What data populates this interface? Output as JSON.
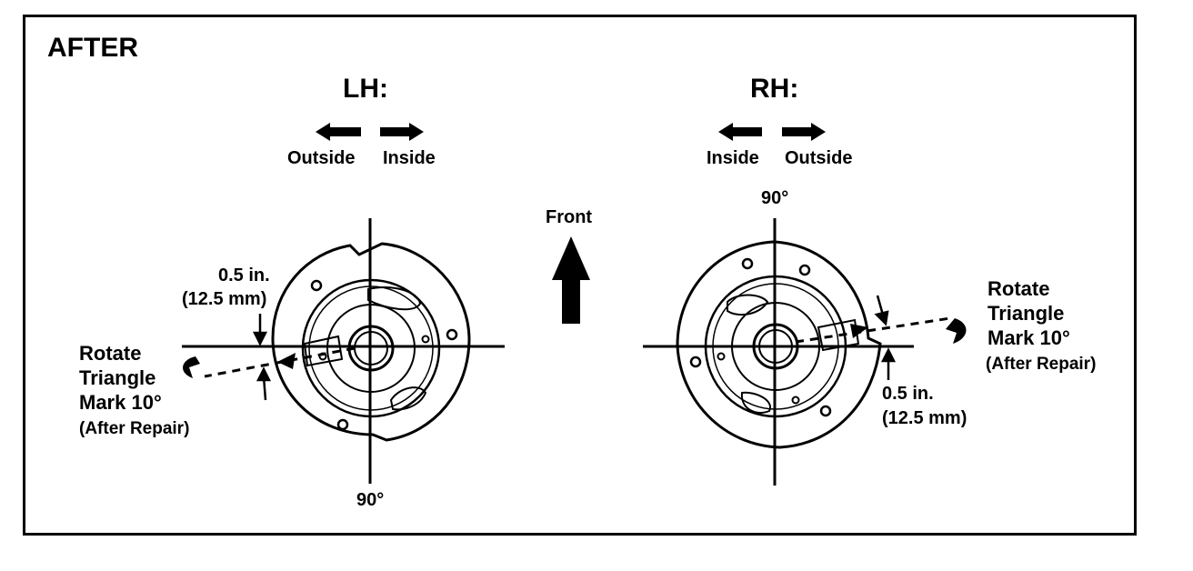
{
  "title": "AFTER",
  "front_label": "Front",
  "lh": {
    "heading": "LH:",
    "dir_left": "Outside",
    "dir_right": "Inside",
    "measure_line1": "0.5 in.",
    "measure_line2": "(12.5 mm)",
    "rotate_line1": "Rotate",
    "rotate_line2": "Triangle",
    "rotate_line3": "Mark 10°",
    "after_repair": "(After Repair)",
    "angle": "90°"
  },
  "rh": {
    "heading": "RH:",
    "dir_left": "Inside",
    "dir_right": "Outside",
    "measure_line1": "0.5 in.",
    "measure_line2": "(12.5 mm)",
    "rotate_line1": "Rotate",
    "rotate_line2": "Triangle",
    "rotate_line3": "Mark 10°",
    "after_repair": "(After Repair)",
    "angle": "90°"
  },
  "colors": {
    "ink": "#000000",
    "paper": "#ffffff"
  }
}
